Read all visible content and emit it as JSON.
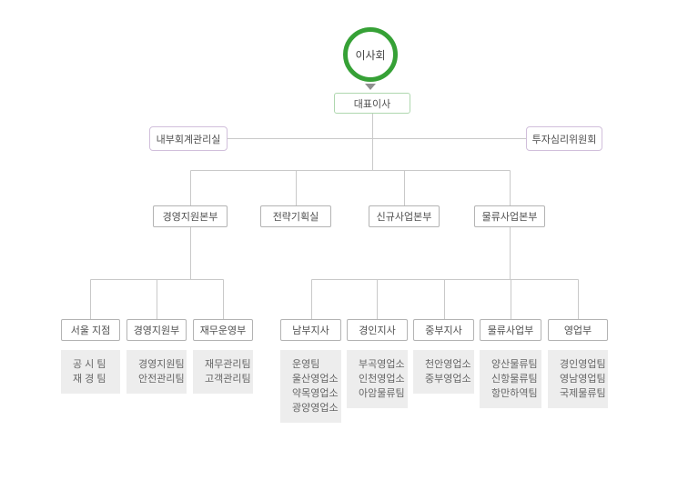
{
  "colors": {
    "accent_green": "#36a136",
    "ceo_border": "#aed7ae",
    "staff_border": "#d1bfdb",
    "box_border": "#b3b3b3",
    "line": "#c9c9c9",
    "arrow": "#8f8f8f",
    "team_bg": "#ededed",
    "text": "#555555",
    "team_text": "#666666"
  },
  "board": {
    "label": "이사회"
  },
  "ceo": {
    "label": "대표이사"
  },
  "staff": [
    {
      "label": "내부회계관리실"
    },
    {
      "label": "투자심리위원회"
    }
  ],
  "divisions": [
    {
      "label": "경영지원본부"
    },
    {
      "label": "전략기획실"
    },
    {
      "label": "신규사업본부"
    },
    {
      "label": "물류사업본부"
    }
  ],
  "departments": [
    {
      "label": "서울 지점",
      "teams": [
        "공 시 팀",
        "재 경 팀"
      ]
    },
    {
      "label": "경영지원부",
      "teams": [
        "경영지원팀",
        "안전관리팀"
      ]
    },
    {
      "label": "재무운영부",
      "teams": [
        "재무관리팀",
        "고객관리팀"
      ]
    },
    {
      "label": "남부지사",
      "teams": [
        "운영팀",
        "울산영업소",
        "약목영업소",
        "광양영업소"
      ]
    },
    {
      "label": "경인지사",
      "teams": [
        "부곡영업소",
        "인천영업소",
        "아암물류팀"
      ]
    },
    {
      "label": "중부지사",
      "teams": [
        "천안영업소",
        "중부영업소"
      ]
    },
    {
      "label": "물류사업부",
      "teams": [
        "양산물류팀",
        "신항물류팀",
        "항만하역팀"
      ]
    },
    {
      "label": "영업부",
      "teams": [
        "경인영업팀",
        "영남영업팀",
        "국제물류팀"
      ]
    }
  ]
}
